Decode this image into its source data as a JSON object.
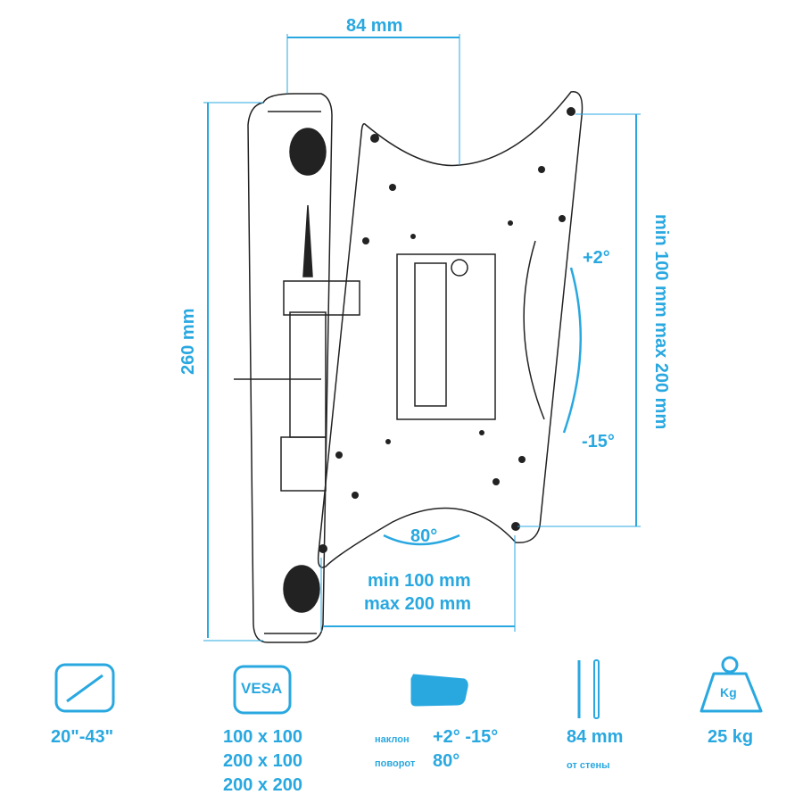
{
  "dims": {
    "depth_top": "84 mm",
    "height": "260 mm",
    "vesa_v": "min 100 mm  max 200 mm",
    "tilt_up": "+2°",
    "tilt_down": "-15°",
    "swivel": "80°",
    "vesa_h_min": "min 100 mm",
    "vesa_h_max": "max 200 mm"
  },
  "specs": {
    "screen": {
      "icon": "diagonal-arrow-icon",
      "value": "20\"-43\""
    },
    "vesa": {
      "icon": "vesa-icon",
      "icon_label": "VESA",
      "values": [
        "100 x 100",
        "200 x 100",
        "200 x 200"
      ]
    },
    "motion": {
      "icon": "tilt-swivel-icon",
      "tilt_label": "наклон",
      "tilt_value": "+2° -15°",
      "swivel_label": "поворот",
      "swivel_value": "80°"
    },
    "distance": {
      "icon": "wall-distance-icon",
      "value": "84 mm",
      "label": "от стены"
    },
    "load": {
      "icon": "weight-icon",
      "icon_label": "Kg",
      "value": "25 kg"
    }
  },
  "colors": {
    "accent": "#29a8e0",
    "line": "#222222"
  }
}
